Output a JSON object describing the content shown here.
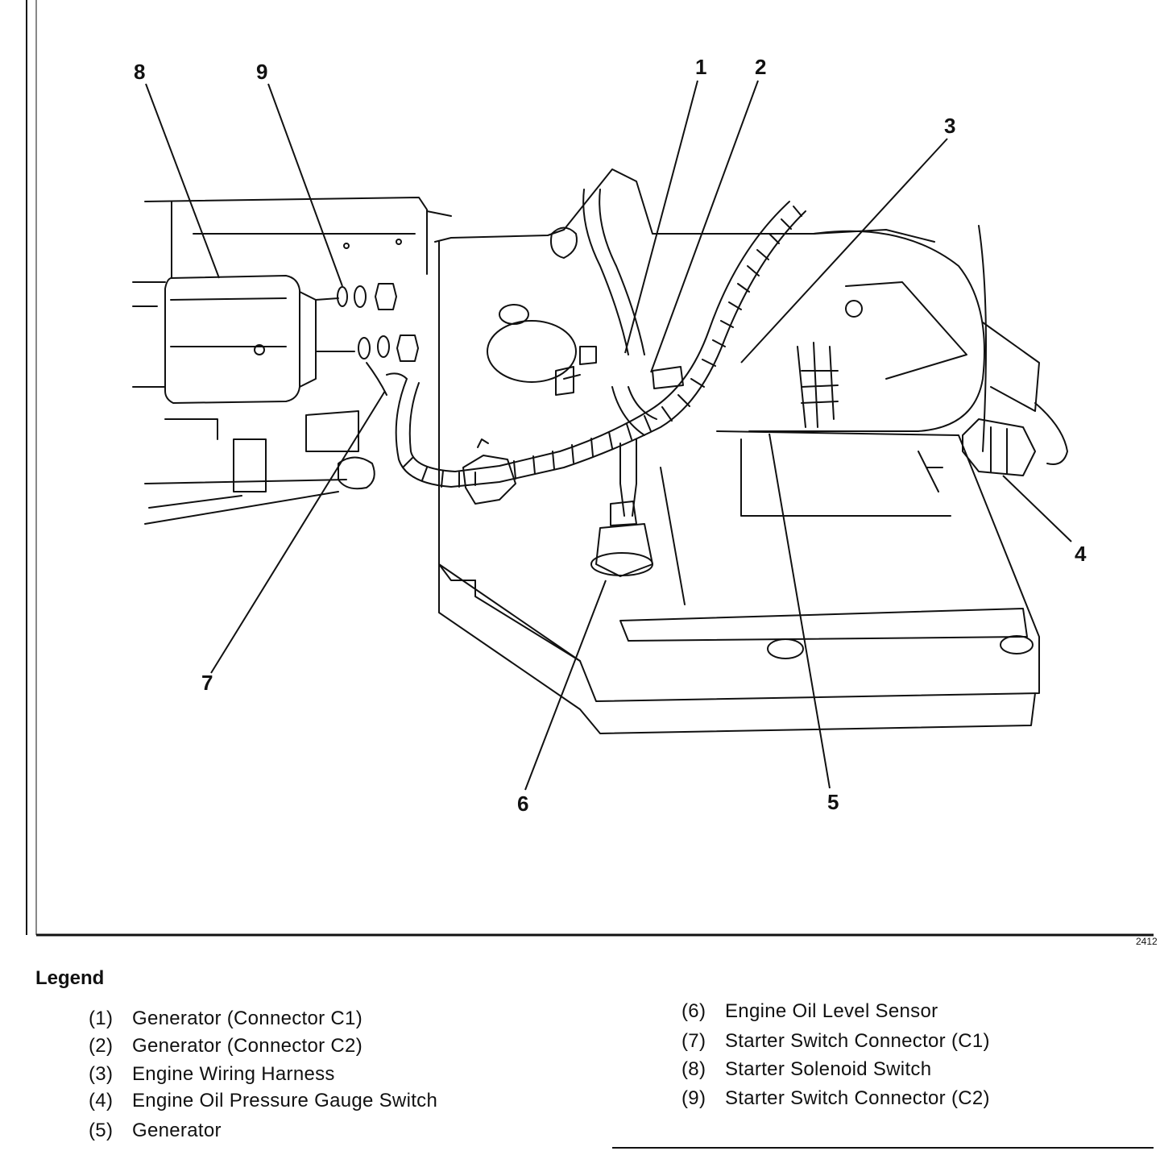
{
  "figure_id": "2412",
  "callouts": [
    {
      "number": "1"
    },
    {
      "number": "2"
    },
    {
      "number": "3"
    },
    {
      "number": "4"
    },
    {
      "number": "5"
    },
    {
      "number": "6"
    },
    {
      "number": "7"
    },
    {
      "number": "8"
    },
    {
      "number": "9"
    }
  ],
  "legend": {
    "title": "Legend",
    "items": [
      {
        "num": "(1)",
        "label": "Generator (Connector C1)"
      },
      {
        "num": "(2)",
        "label": "Generator (Connector C2)"
      },
      {
        "num": "(3)",
        "label": "Engine Wiring Harness"
      },
      {
        "num": "(4)",
        "label": "Engine Oil Pressure Gauge Switch"
      },
      {
        "num": "(5)",
        "label": "Generator"
      },
      {
        "num": "(6)",
        "label": "Engine Oil Level Sensor"
      },
      {
        "num": "(7)",
        "label": "Starter Switch Connector (C1)"
      },
      {
        "num": "(8)",
        "label": "Starter Solenoid Switch"
      },
      {
        "num": "(9)",
        "label": "Starter Switch Connector (C2)"
      }
    ]
  }
}
